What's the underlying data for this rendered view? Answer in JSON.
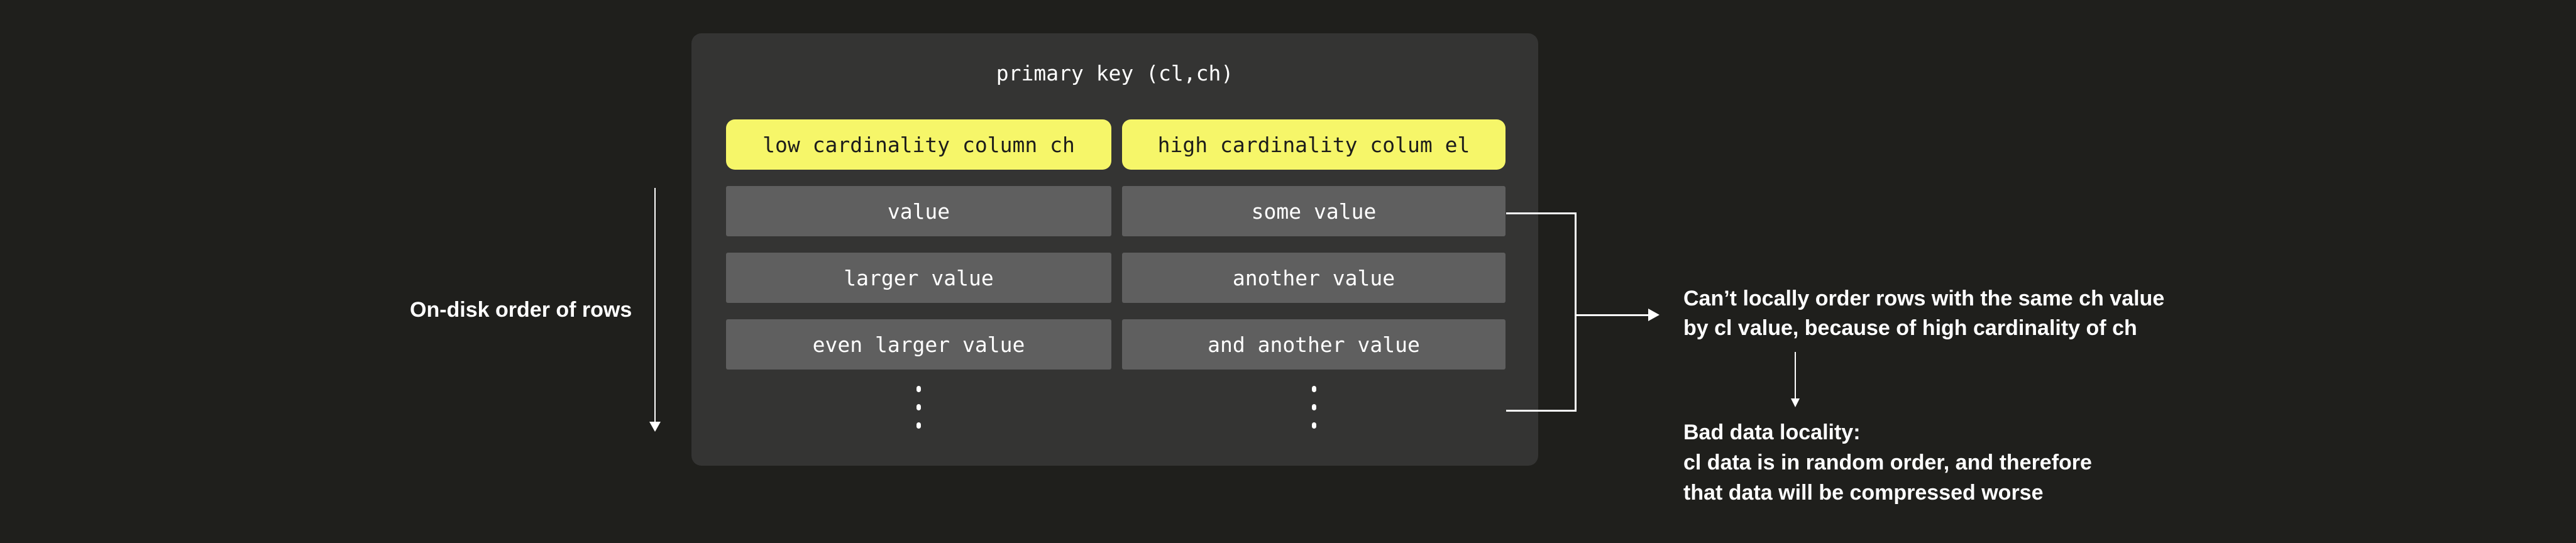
{
  "colors": {
    "background": "#1f1f1c",
    "panel": "#343433",
    "row_cell": "#5f5f5f",
    "header_highlight": "#f6f669",
    "text_light": "#ffffff",
    "text_dark": "#1d1d1b"
  },
  "panel": {
    "title": "primary key (cl,ch)",
    "columns": [
      {
        "header": "low cardinality column ch",
        "cells": [
          "value",
          "larger value",
          "even larger value"
        ],
        "ellipsis": "⋮"
      },
      {
        "header": "high cardinality colum el",
        "cells": [
          "some value",
          "another value",
          "and another value"
        ],
        "ellipsis": "⋮"
      }
    ]
  },
  "left_label": "On-disk order of rows",
  "notes": {
    "cant_order": {
      "line1": "Can’t locally order rows with the same ch value",
      "line2": "by cl value, because of high cardinality of ch"
    },
    "bad_locality": {
      "line1": "Bad data locality:",
      "line2": "cl data is in random order, and therefore",
      "line3": "that data will be compressed worse"
    }
  }
}
